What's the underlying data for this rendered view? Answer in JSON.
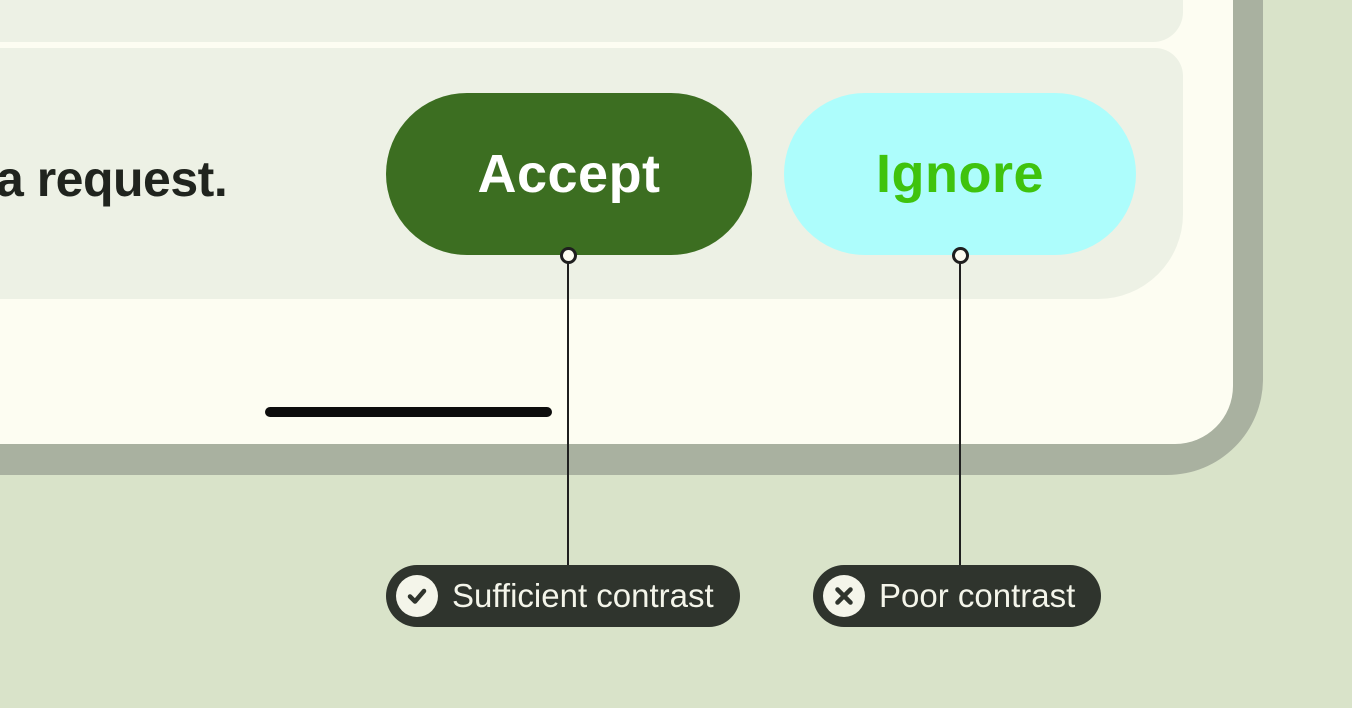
{
  "colors": {
    "canvas_bg": "#d9e3c9",
    "device_frame": "#a9b1a0",
    "screen_bg": "#fdfdf2",
    "card_bg": "#edf1e5",
    "accept_bg": "#3c6e21",
    "accept_text": "#ffffff",
    "ignore_bg": "#adfdfc",
    "ignore_text": "#3fc30e",
    "callout_bg": "#2f342d",
    "callout_text": "#f4f5ea",
    "message_text": "#20241e",
    "connector": "#1f1f1f",
    "home_bar": "#0d0d0d"
  },
  "notification": {
    "message": "a request.",
    "buttons": [
      {
        "label": "Accept",
        "contrast": "sufficient"
      },
      {
        "label": "Ignore",
        "contrast": "poor"
      }
    ]
  },
  "annotations": [
    {
      "icon": "check-icon",
      "label": "Sufficient contrast"
    },
    {
      "icon": "x-icon",
      "label": "Poor contrast"
    }
  ]
}
